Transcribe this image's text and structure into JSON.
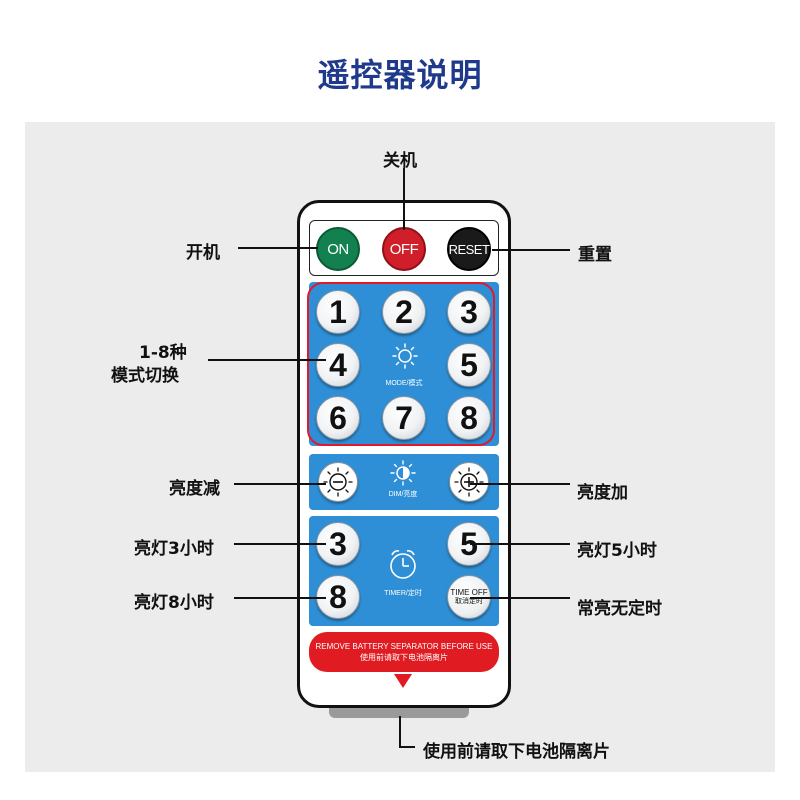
{
  "title": "遥控器说明",
  "labels": {
    "off": "关机",
    "on": "开机",
    "reset": "重置",
    "mode_line1": "1-8种",
    "mode_line2": "模式切换",
    "dim_down": "亮度减",
    "dim_up": "亮度加",
    "timer3": "亮灯3小时",
    "timer5": "亮灯5小时",
    "timer8": "亮灯8小时",
    "always_on": "常亮无定时",
    "battery": "使用前请取下电池隔离片"
  },
  "buttons": {
    "on": "ON",
    "off": "OFF",
    "reset": "RESET",
    "modes": [
      "1",
      "2",
      "3",
      "4",
      "5",
      "6",
      "7",
      "8"
    ],
    "timer3": "3",
    "timer5": "5",
    "timer8": "8",
    "timeoff_en": "TIME OFF",
    "timeoff_cn": "取消定时"
  },
  "remote_text": {
    "mode": "MODE/模式",
    "dim": "DIM/亮度",
    "timer": "TIMER/定时",
    "warning_en": "REMOVE BATTERY SEPARATOR BEFORE USE",
    "warning_cn": "使用前请取下电池隔离片"
  },
  "icons": [
    "sun-icon",
    "brightness-icon",
    "minus-sun-icon",
    "plus-sun-icon",
    "alarm-clock-icon",
    "down-arrow-icon"
  ],
  "colors": {
    "title": "#1f3a8a",
    "panel_blue": "#2e8fd6",
    "on": "#13814f",
    "off": "#d01f2a",
    "reset": "#1a1a1a",
    "warning": "#e01b22"
  }
}
